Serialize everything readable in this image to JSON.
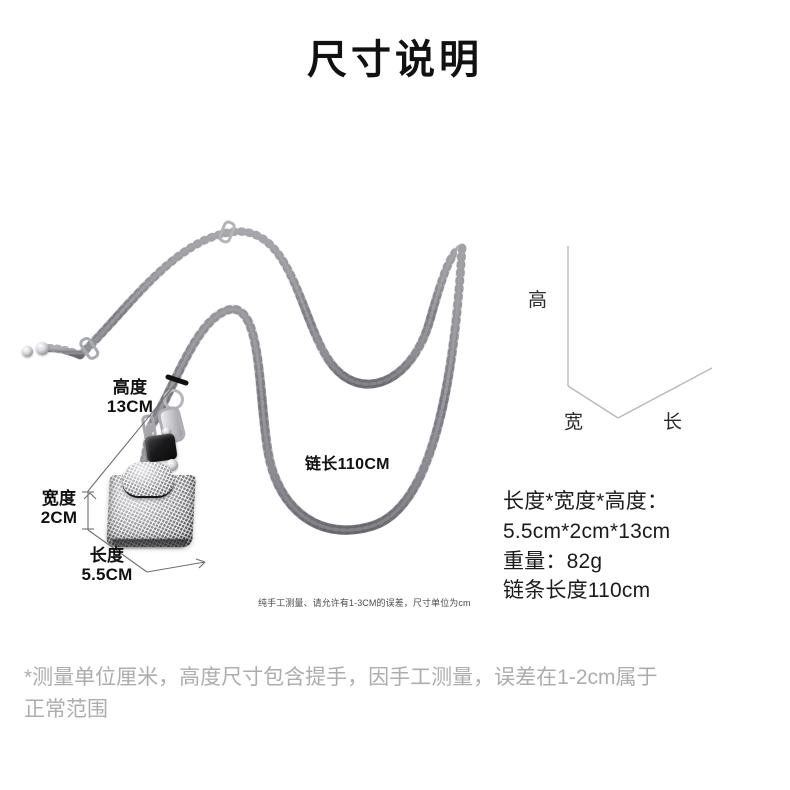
{
  "page": {
    "title": "尺寸说明",
    "background_color": "#ffffff"
  },
  "product": {
    "name": "rhinestone-mini-handbag",
    "icon": "handbag-with-chain-strap"
  },
  "dimensions": {
    "height": {
      "label": "高度",
      "value": "13CM",
      "text": "高度\n13CM"
    },
    "width": {
      "label": "宽度",
      "value": "2CM",
      "text": "宽度\n2CM"
    },
    "length": {
      "label": "长度",
      "value": "5.5CM",
      "text": "长度\n5.5CM"
    },
    "chain": {
      "text": "链长110CM"
    }
  },
  "axis_diagram": {
    "height_axis": "高",
    "width_axis": "宽",
    "length_axis": "长",
    "line_color": "#b9b9b9"
  },
  "spec": {
    "line1": "长度*宽度*高度：",
    "line2": "5.5cm*2cm*13cm",
    "line3": "重量：82g",
    "line4": "链条长度110cm"
  },
  "disclaimer": "纯手工测量、请允许有1-3CM的误差，尺寸单位为cm",
  "footer": {
    "line1": "*测量单位厘米，高度尺寸包含提手，因手工测量，误差在1-2cm属于",
    "line2": "正常范围",
    "color": "#adadad"
  }
}
